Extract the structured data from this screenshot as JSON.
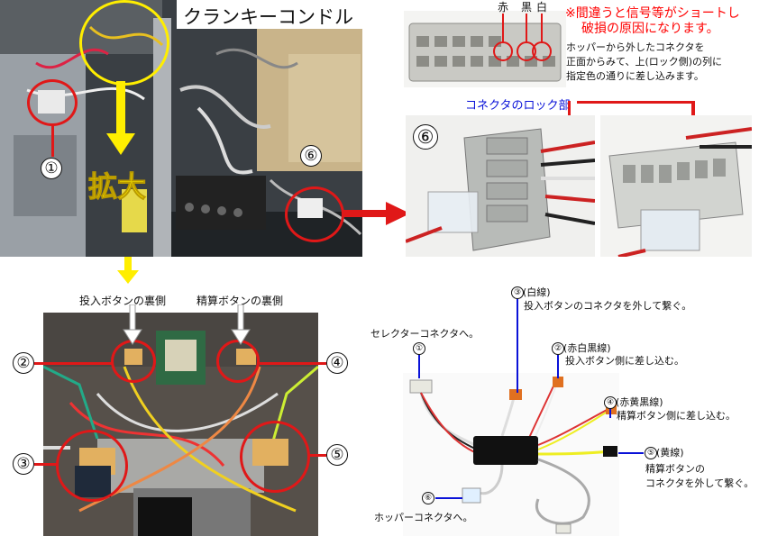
{
  "top_photo": {
    "title": "クランキーコンドル",
    "zoom_label": "拡大",
    "markers": [
      "①",
      "⑥"
    ]
  },
  "connector_top": {
    "color_labels": [
      "赤",
      "黒",
      "白"
    ],
    "warning": [
      "※間違うと信号等がショートし",
      "破損の原因になります。"
    ],
    "instruction": [
      "ホッパーから外したコネクタを",
      "正面からみて、上(ロック側)の列に",
      "指定色の通りに差し込みます。"
    ],
    "colors": {
      "warning_red": "#ff0000",
      "lock_blue": "#0a12d8",
      "circle_red": "#e01818",
      "zoom_yellow": "#ffee00"
    }
  },
  "lock_section": {
    "lock_label": "コネクタのロック部",
    "marker": "⑥"
  },
  "bottom_photo": {
    "label_insert": "投入ボタンの裏側",
    "label_settle": "精算ボタンの裏側",
    "markers": [
      "②",
      "③",
      "④",
      "⑤"
    ]
  },
  "harness": {
    "selector_label": "セレクターコネクタへ。",
    "label_1_num": "①",
    "label_3_num": "③",
    "label_3": [
      "(白線)",
      "投入ボタンのコネクタを外して繋ぐ。"
    ],
    "label_2_num": "②",
    "label_2": [
      "(赤白黒線)",
      "投入ボタン側に差し込む。"
    ],
    "label_4_num": "④",
    "label_4": [
      "(赤黄黒線)",
      "精算ボタン側に差し込む。"
    ],
    "label_5_num": "⑤",
    "label_5": [
      "(黄線)",
      "精算ボタンの",
      "コネクタを外して繋ぐ。"
    ],
    "label_6_num": "⑥",
    "hopper_label": "ホッパーコネクタへ。"
  }
}
